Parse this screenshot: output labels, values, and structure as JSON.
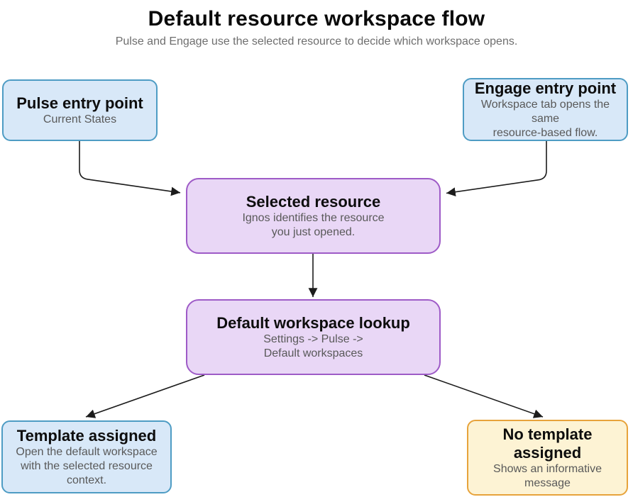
{
  "header": {
    "title": "Default resource workspace flow",
    "subtitle": "Pulse and Engage use the selected resource to decide which workspace opens."
  },
  "colors": {
    "title_text": "#0a0a0a",
    "subtitle_text": "#6e6e6e",
    "heading_text": "#0d0d0d",
    "body_text": "#595959",
    "arrow": "#1c1c1c",
    "blue_fill": "#d8e8f8",
    "blue_border": "#4e9cc4",
    "purple_fill": "#e9d7f6",
    "purple_border": "#9e5bc7",
    "yellow_fill": "#fdf3d4",
    "yellow_border": "#e7a33b"
  },
  "nodes": {
    "pulse": {
      "title": "Pulse entry point",
      "lines": [
        "Current States"
      ]
    },
    "engage": {
      "title": "Engage entry point",
      "lines": [
        "Workspace tab opens the",
        "same",
        "resource-based flow."
      ]
    },
    "selected": {
      "title": "Selected resource",
      "lines": [
        "Ignos identifies the resource",
        "you just opened."
      ]
    },
    "lookup": {
      "title": "Default workspace lookup",
      "lines": [
        "Settings -> Pulse ->",
        "Default workspaces"
      ]
    },
    "template": {
      "title": "Template assigned",
      "lines": [
        "Open the default workspace",
        "with the selected resource",
        "context."
      ]
    },
    "no_template": {
      "title": "No template assigned",
      "lines": [
        "Shows an informative",
        "message"
      ]
    }
  }
}
